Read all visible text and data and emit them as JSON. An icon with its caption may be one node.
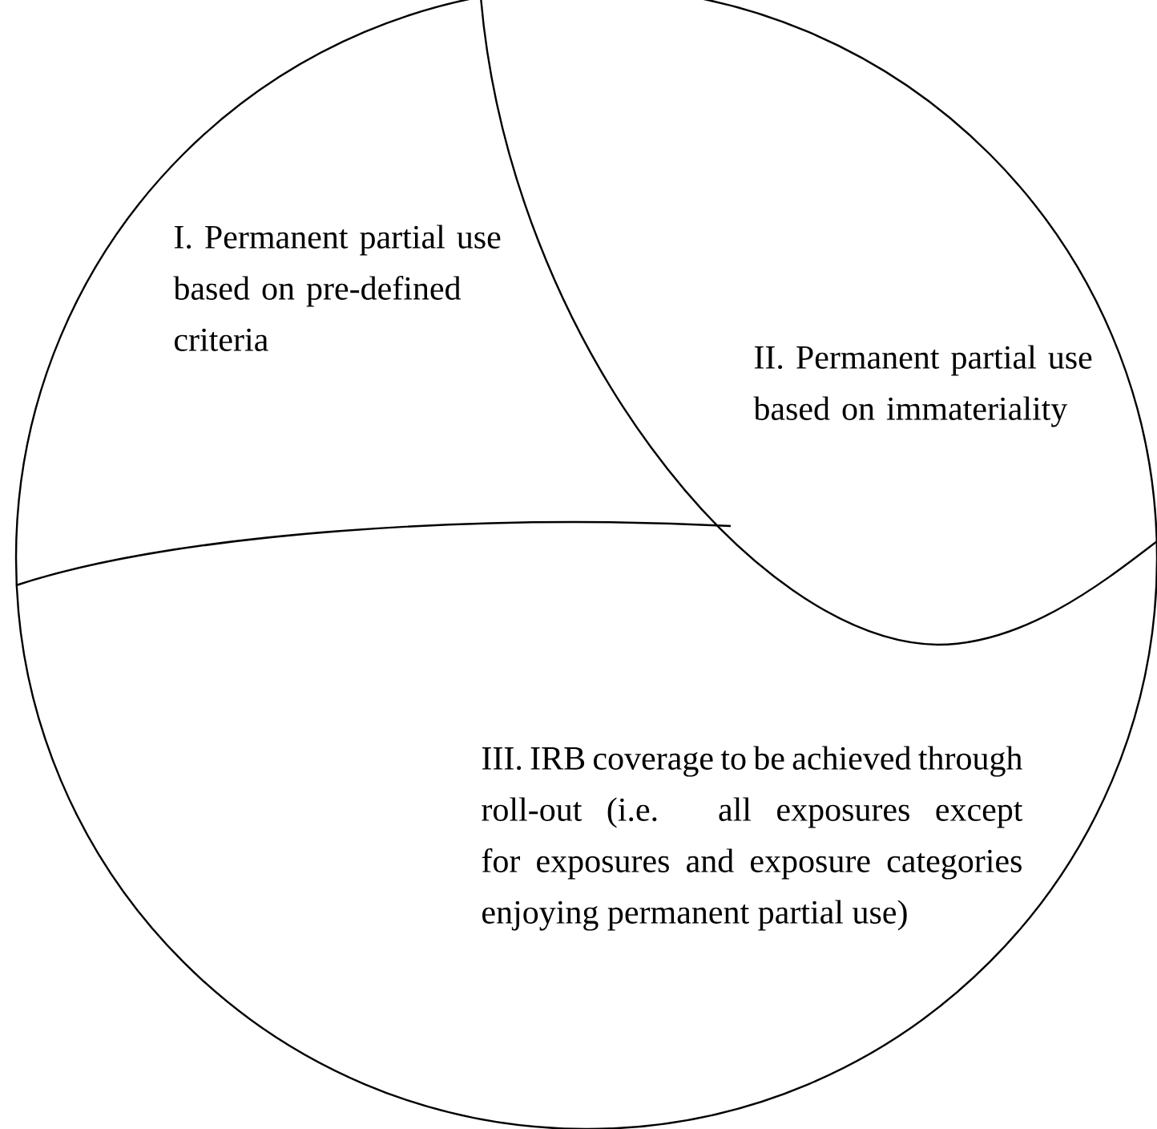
{
  "diagram": {
    "nodes": [
      {
        "text": [
          "I. Permanent partial use based on pre-defined criteria"
        ]
      },
      {
        "text": [
          "II. Permanent partial use based on immateriality"
        ]
      },
      {
        "text": [
          "III. IRB coverage to be achieved through roll-out (i.e. all exposures except for exposures and exposure categories enjoying permanent partial use)"
        ]
      }
    ]
  }
}
